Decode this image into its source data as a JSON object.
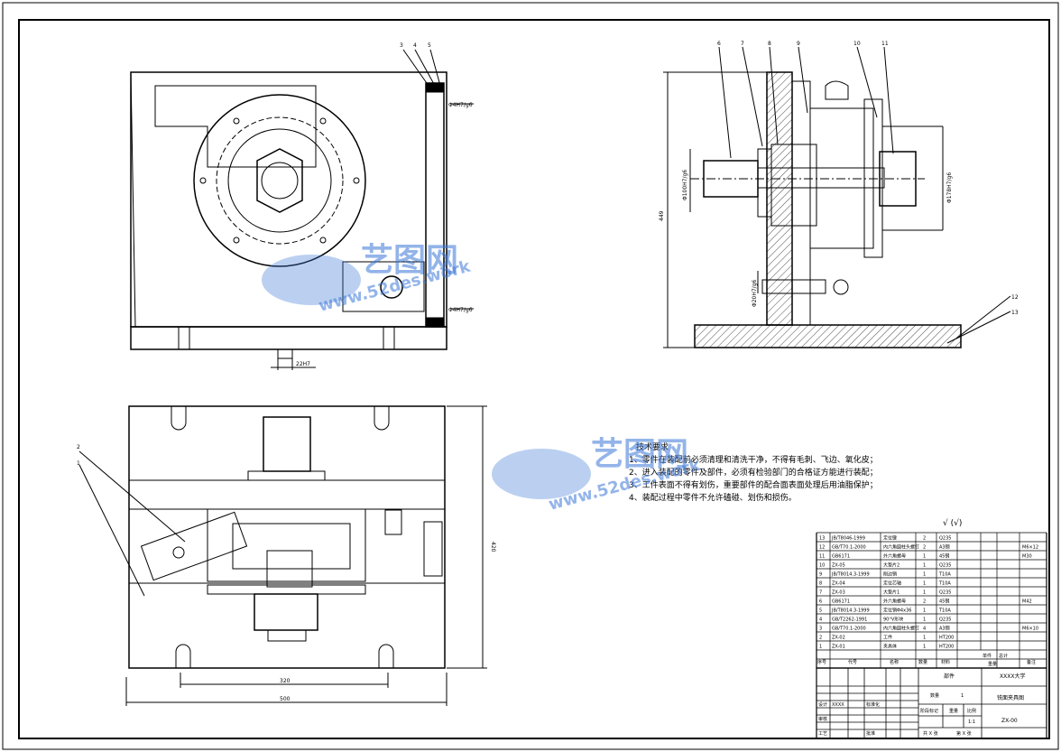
{
  "part_numbers": [
    "1",
    "2",
    "3",
    "4",
    "5",
    "6",
    "7",
    "8",
    "9",
    "10",
    "11",
    "12",
    "13"
  ],
  "dimensions": {
    "fit_top": "Φ4H7/g6",
    "fit_bottom": "Φ4H7/g6",
    "slot": "22H7",
    "height_449": "449",
    "bore_left": "Φ100H7/g6",
    "bore_right": "Φ178H7/g6",
    "pin": "Φ20H7/g6",
    "height_420": "420",
    "width_320": "320",
    "width_500": "500"
  },
  "technical_notes": {
    "title": "技术要求",
    "lines": [
      "1、零件在装配前必须清理和清洗干净，不得有毛刺、飞边、氧化皮；",
      "2、进入装配的零件及部件，必须有检验部门的合格证方能进行装配；",
      "3、工件表面不得有划伤，重要部件的配合面表面处理后用油脂保护；",
      "4、装配过程中零件不允许磕碰、划伤和损伤。"
    ]
  },
  "roughness": "√ (√)",
  "bom": {
    "rows": [
      {
        "no": "13",
        "code": "JB/T8046-1999",
        "name": "定位键",
        "qty": "2",
        "mat": "Q235",
        "note": ""
      },
      {
        "no": "12",
        "code": "GB/T70.1-2000",
        "name": "内六角圆柱头螺钉",
        "qty": "2",
        "mat": "A3钢",
        "note": "M6×12"
      },
      {
        "no": "11",
        "code": "GB6171",
        "name": "外六角螺母",
        "qty": "1",
        "mat": "45钢",
        "note": "M30"
      },
      {
        "no": "10",
        "code": "ZX-05",
        "name": "大垫片2",
        "qty": "1",
        "mat": "Q235",
        "note": ""
      },
      {
        "no": "9",
        "code": "JB/T8014.3-1999",
        "name": "削边销",
        "qty": "1",
        "mat": "T10A",
        "note": ""
      },
      {
        "no": "8",
        "code": "ZX-04",
        "name": "定位芯轴",
        "qty": "1",
        "mat": "T10A",
        "note": ""
      },
      {
        "no": "7",
        "code": "ZX-03",
        "name": "大垫片1",
        "qty": "1",
        "mat": "Q235",
        "note": ""
      },
      {
        "no": "6",
        "code": "GB6171",
        "name": "外六角螺母",
        "qty": "2",
        "mat": "45钢",
        "note": "M42"
      },
      {
        "no": "5",
        "code": "JB/T8014.3-1999",
        "name": "定位销Φ4x36",
        "qty": "1",
        "mat": "T10A",
        "note": ""
      },
      {
        "no": "4",
        "code": "GB/T2262-1991",
        "name": "90°V形块",
        "qty": "1",
        "mat": "Q235",
        "note": ""
      },
      {
        "no": "3",
        "code": "GB/T70.1-2000",
        "name": "内六角圆柱头螺钉",
        "qty": "4",
        "mat": "A3钢",
        "note": "M6×10"
      },
      {
        "no": "2",
        "code": "ZX-02",
        "name": "工件",
        "qty": "1",
        "mat": "HT200",
        "note": ""
      },
      {
        "no": "1",
        "code": "ZX-01",
        "name": "夹具体",
        "qty": "1",
        "mat": "HT200",
        "note": ""
      }
    ],
    "header": {
      "no": "序号",
      "code": "代号",
      "name": "名称",
      "qty": "数量",
      "mat": "材料",
      "unit_w": "单件",
      "total_w": "总计",
      "weight": "重量",
      "note": "备注"
    }
  },
  "title_block": {
    "drawing_name": "铣面夹具图",
    "school": "XXXX大学",
    "drawing_no": "ZX-00",
    "scale_label": "比例",
    "scale": "1:1",
    "qty_label": "数量",
    "qty": "1",
    "weight_label": "重量",
    "stage_label": "阶段标记",
    "sheet": "共 X 张",
    "sheet_of": "第 X 张",
    "design": "设计",
    "check": "审核",
    "process": "工艺",
    "approve": "批准",
    "material": "部件",
    "designer": "XXXX",
    "std": "标准化"
  },
  "watermark": {
    "brand": "艺图网",
    "url": "www.52des.work"
  },
  "colors": {
    "line": "#000000",
    "hatch": "#000000",
    "watermark": "#3c78d8"
  }
}
